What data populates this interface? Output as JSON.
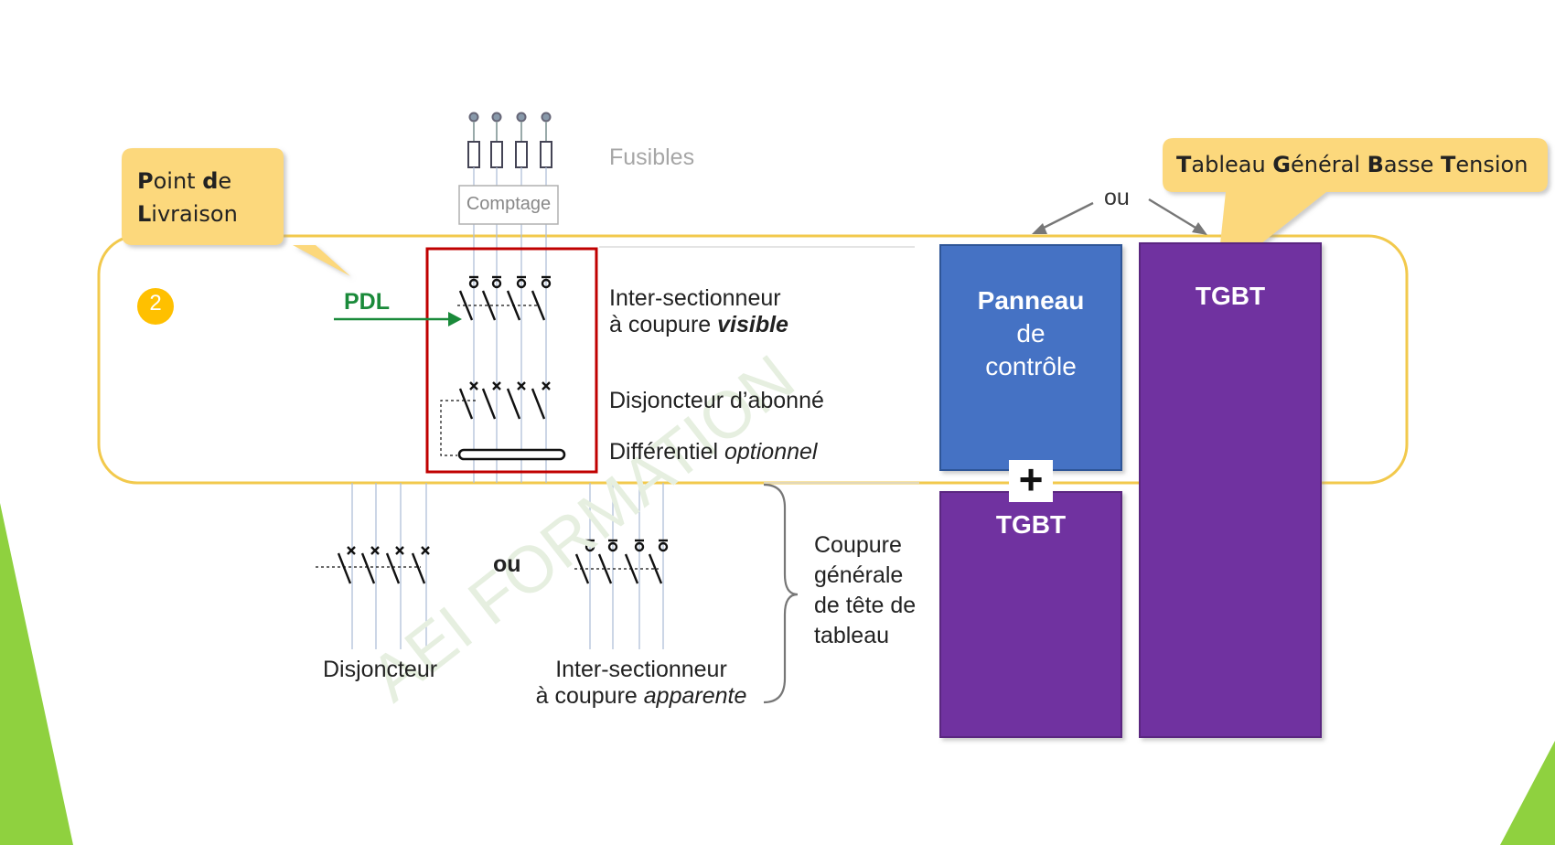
{
  "colors": {
    "callout_fill": "#fcd87b",
    "band_border": "#f2c94c",
    "blue_box": "#4472c4",
    "purple_box": "#7030a0",
    "pdl_green": "#1a8a3a",
    "red_frame": "#c00000",
    "badge_yellow": "#ffc000",
    "accent_green": "#8fd13f"
  },
  "callouts": {
    "point_livraison": {
      "parts": [
        [
          "P",
          true
        ],
        [
          "oint ",
          false
        ],
        [
          "d",
          true
        ],
        [
          "e",
          false
        ],
        [
          "L",
          true
        ],
        [
          "ivraison",
          false
        ]
      ]
    },
    "tgbt_long": {
      "parts": [
        [
          "T",
          true
        ],
        [
          "ableau ",
          false
        ],
        [
          "G",
          true
        ],
        [
          "énéral ",
          false
        ],
        [
          "B",
          true
        ],
        [
          "asse ",
          false
        ],
        [
          "T",
          true
        ],
        [
          "ension",
          false
        ]
      ]
    }
  },
  "badge": "2",
  "pdl": "PDL",
  "fusibles": "Fusibles",
  "comptage": "Comptage",
  "labels": {
    "inter_sect_1": "Inter-sectionneur",
    "inter_sect_2_prefix": "à coupure ",
    "inter_sect_2_emph": "visible",
    "disj_abonne": "Disjoncteur d’abonné",
    "diff_prefix": "Différentiel ",
    "diff_emph": "optionnel",
    "ou_top": "ou",
    "ou_mid": "ou",
    "disjoncteur": "Disjoncteur",
    "inter_sect_b1": "Inter-sectionneur",
    "inter_sect_b2_prefix": "à coupure ",
    "inter_sect_b2_emph": "apparente",
    "coupure_lines": [
      "Coupure",
      "générale",
      "de tête de",
      "tableau"
    ]
  },
  "boxes": {
    "panneau": [
      "Panneau",
      "de",
      "contrôle"
    ],
    "tgbt_small": "TGBT",
    "tgbt_tall": "TGBT",
    "plus": "+"
  }
}
